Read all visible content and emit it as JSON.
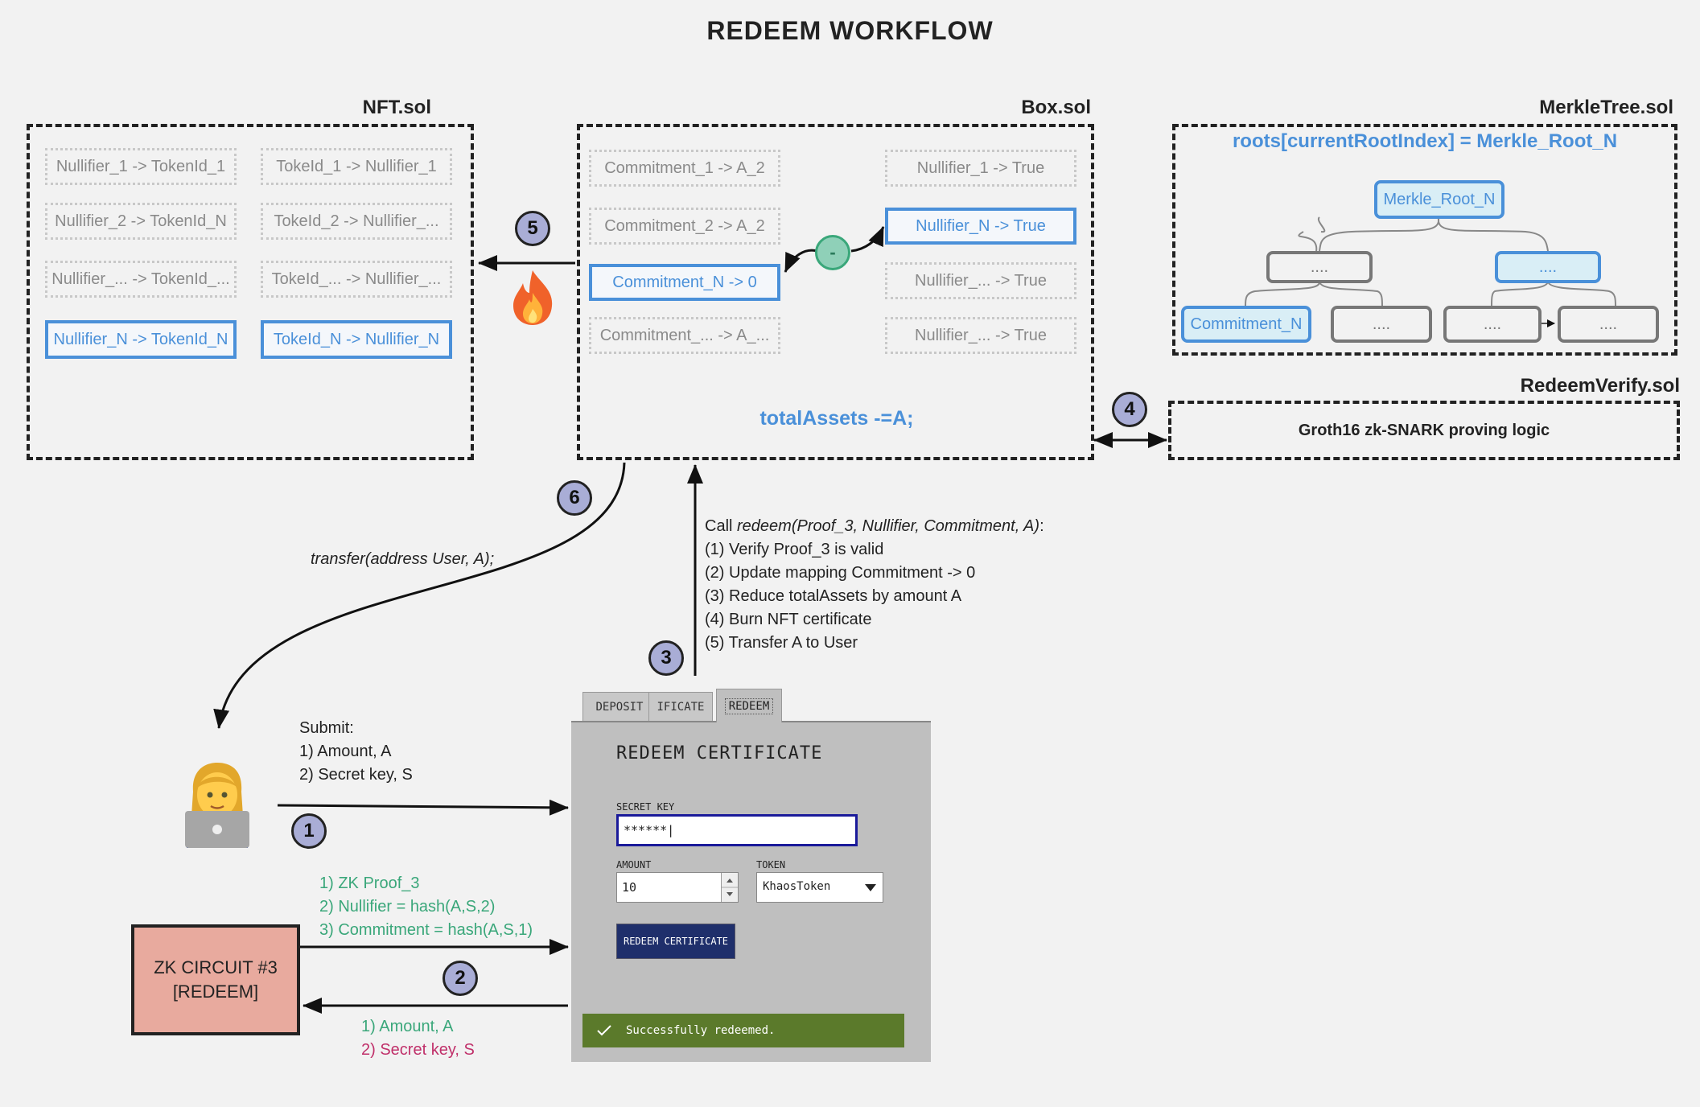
{
  "title": "REDEEM WORKFLOW",
  "nft": {
    "title": "NFT.sol",
    "left": [
      "Nullifier_1 -> TokenId_1",
      "Nullifier_2 -> TokenId_N",
      "Nullifier_... -> TokenId_...",
      "Nullifier_N -> TokenId_N"
    ],
    "right": [
      "TokeId_1 -> Nullifier_1",
      "TokeId_2 -> Nullifier_...",
      "TokeId_... -> Nullifier_...",
      "TokeId_N -> Nullifier_N"
    ]
  },
  "box": {
    "title": "Box.sol",
    "commitments": [
      "Commitment_1 -> A_2",
      "Commitment_2 -> A_2",
      "Commitment_N -> 0",
      "Commitment_... -> A_..."
    ],
    "nullifiers": [
      "Nullifier_1 -> True",
      "Nullifier_N -> True",
      "Nullifier_... -> True",
      "Nullifier_... -> True"
    ],
    "minus": "-",
    "total": "totalAssets -=A;"
  },
  "merkle": {
    "title": "MerkleTree.sol",
    "roots": "roots[currentRootIndex] = Merkle_Root_N",
    "root": "Merkle_Root_N",
    "mid_left": "....",
    "mid_right": "....",
    "leaves": [
      "Commitment_N",
      "....",
      "....",
      "...."
    ]
  },
  "verify": {
    "title": "RedeemVerify.sol",
    "text": "Groth16 zk-SNARK proving logic"
  },
  "steps": [
    "1",
    "2",
    "3",
    "4",
    "5",
    "6"
  ],
  "transfer_text": "transfer(address User, A);",
  "call": {
    "prefix": "Call ",
    "fn": "redeem(Proof_3, Nullifier, Commitment, A)",
    "suffix": ":",
    "lines": [
      "(1) Verify Proof_3 is valid",
      "(2) Update mapping Commitment -> 0",
      "(3) Reduce totalAssets by amount A",
      "(4) Burn NFT certificate",
      "(5) Transfer A to User"
    ]
  },
  "submit": [
    "Submit:",
    "1) Amount, A",
    "2) Secret key, S"
  ],
  "proof": [
    "1) ZK Proof_3",
    "2) Nullifier = hash(A,S,2)",
    "3) Commitment = hash(A,S,1)"
  ],
  "inputs": [
    "1) Amount, A",
    "2) Secret key, S"
  ],
  "circuit": [
    "ZK CIRCUIT #3",
    "[REDEEM]"
  ],
  "ui": {
    "tabs": [
      "DEPOSIT",
      "IFICATE",
      "REDEEM"
    ],
    "heading": "REDEEM CERTIFICATE",
    "secret_label": "SECRET KEY",
    "secret_value": "******|",
    "amount_label": "AMOUNT",
    "amount_value": "10",
    "token_label": "TOKEN",
    "token_value": "KhaosToken",
    "button": "REDEEM CERTIFICATE",
    "success": "Successfully redeemed."
  },
  "colors": {
    "highlight": "#4a90d9",
    "green_text": "#3aa77a",
    "magenta_text": "#c0306a",
    "circuit_fill": "#e8aa9e",
    "step_fill": "#a9add6",
    "button": "#1f2f6b",
    "success_bar": "#5b7a2b"
  },
  "icons": [
    "fire-icon",
    "user-laptop-icon",
    "check-icon",
    "dropdown-arrow-icon",
    "spinner-arrows-icon"
  ]
}
